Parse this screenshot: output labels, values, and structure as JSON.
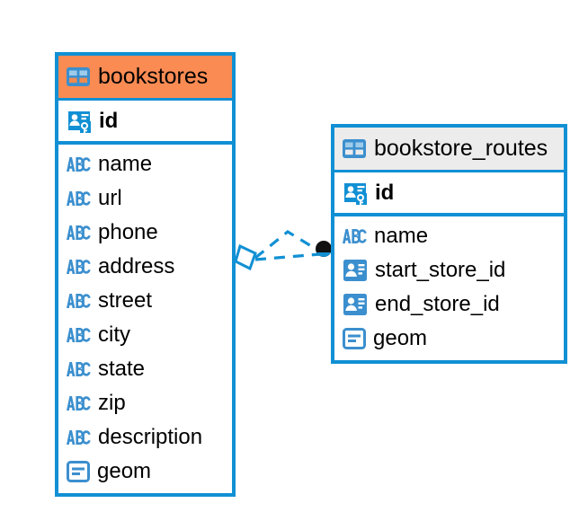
{
  "canvas": {
    "background": "#ffffff",
    "accent_color": "#1190d4",
    "selected_header_color": "#fa8b53",
    "normal_header_color": "#ececec"
  },
  "entities": [
    {
      "name": "bookstores",
      "table_icon": "table-icon",
      "selected": true,
      "primary_keys": [
        {
          "label": "id",
          "icon": "primary-key-icon",
          "type": "pk"
        }
      ],
      "fields": [
        {
          "label": "name",
          "icon": "text-type-icon",
          "type": "text"
        },
        {
          "label": "url",
          "icon": "text-type-icon",
          "type": "text"
        },
        {
          "label": "phone",
          "icon": "text-type-icon",
          "type": "text"
        },
        {
          "label": "address",
          "icon": "text-type-icon",
          "type": "text"
        },
        {
          "label": "street",
          "icon": "text-type-icon",
          "type": "text"
        },
        {
          "label": "city",
          "icon": "text-type-icon",
          "type": "text"
        },
        {
          "label": "state",
          "icon": "text-type-icon",
          "type": "text"
        },
        {
          "label": "zip",
          "icon": "text-type-icon",
          "type": "text"
        },
        {
          "label": "description",
          "icon": "text-type-icon",
          "type": "text"
        },
        {
          "label": "geom",
          "icon": "geometry-type-icon",
          "type": "geometry"
        }
      ]
    },
    {
      "name": "bookstore_routes",
      "table_icon": "table-icon",
      "selected": false,
      "primary_keys": [
        {
          "label": "id",
          "icon": "primary-key-icon",
          "type": "pk"
        }
      ],
      "fields": [
        {
          "label": "name",
          "icon": "text-type-icon",
          "type": "text"
        },
        {
          "label": "start_store_id",
          "icon": "foreign-key-icon",
          "type": "fk"
        },
        {
          "label": "end_store_id",
          "icon": "foreign-key-icon",
          "type": "fk"
        },
        {
          "label": "geom",
          "icon": "geometry-type-icon",
          "type": "geometry"
        }
      ]
    }
  ],
  "relationship": {
    "source_endpoint": "diamond-endpoint",
    "target_endpoint": "circle-endpoint",
    "line_style": "dashed",
    "line_color": "#1190d4"
  }
}
